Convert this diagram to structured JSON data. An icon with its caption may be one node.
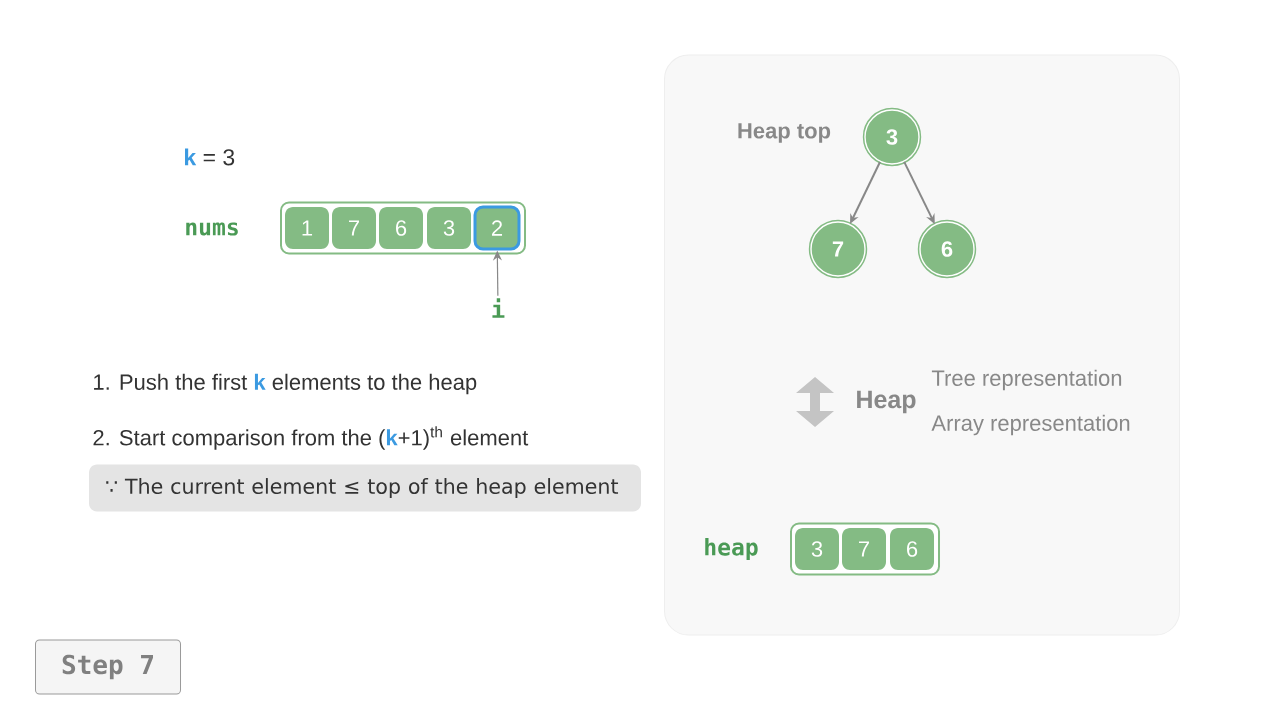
{
  "diagram": {
    "nodes": [
      {
        "text": [],
        "shape": "box"
      },
      {
        "text": [],
        "shape": "box",
        "beside": [
          "nums"
        ]
      },
      {
        "text": [
          "1"
        ],
        "in": 1
      },
      {
        "text": [
          "7"
        ],
        "in": 1
      },
      {
        "text": [
          "6"
        ],
        "in": 1
      },
      {
        "text": [
          "3"
        ],
        "in": 1
      },
      {
        "text": [
          "2"
        ],
        "in": 1
      },
      {
        "text": [
          "i"
        ]
      },
      {
        "text": [
          "3"
        ],
        "in": 0,
        "beside": [
          "Heap top"
        ]
      },
      {
        "text": [
          "7"
        ],
        "in": 0
      },
      {
        "text": [
          "6"
        ],
        "in": 0
      },
      {
        "text": [],
        "shape": "box",
        "in": 0,
        "beside": [
          "heap"
        ]
      },
      {
        "text": [
          "3"
        ],
        "in": 11
      },
      {
        "text": [
          "7"
        ],
        "in": 11
      },
      {
        "text": [
          "6"
        ],
        "in": 11
      },
      {
        "text": [
          "∵ The current element ≤ top of the heap element"
        ]
      },
      {
        "text": [
          "Step 7"
        ]
      }
    ],
    "edges": [
      {
        "from": 7,
        "to": 6,
        "arrow": "to"
      },
      {
        "from": 8,
        "to": 9,
        "arrow": "to"
      },
      {
        "from": 8,
        "to": 10,
        "arrow": "to"
      }
    ],
    "labels": [
      "**k** = 3",
      "1. Push the first **k** elements to the heap",
      "2. Start comparison from the (**k**+1)$^{th}$ element",
      "Heap",
      "Tree representation",
      "Array representation"
    ]
  }
}
